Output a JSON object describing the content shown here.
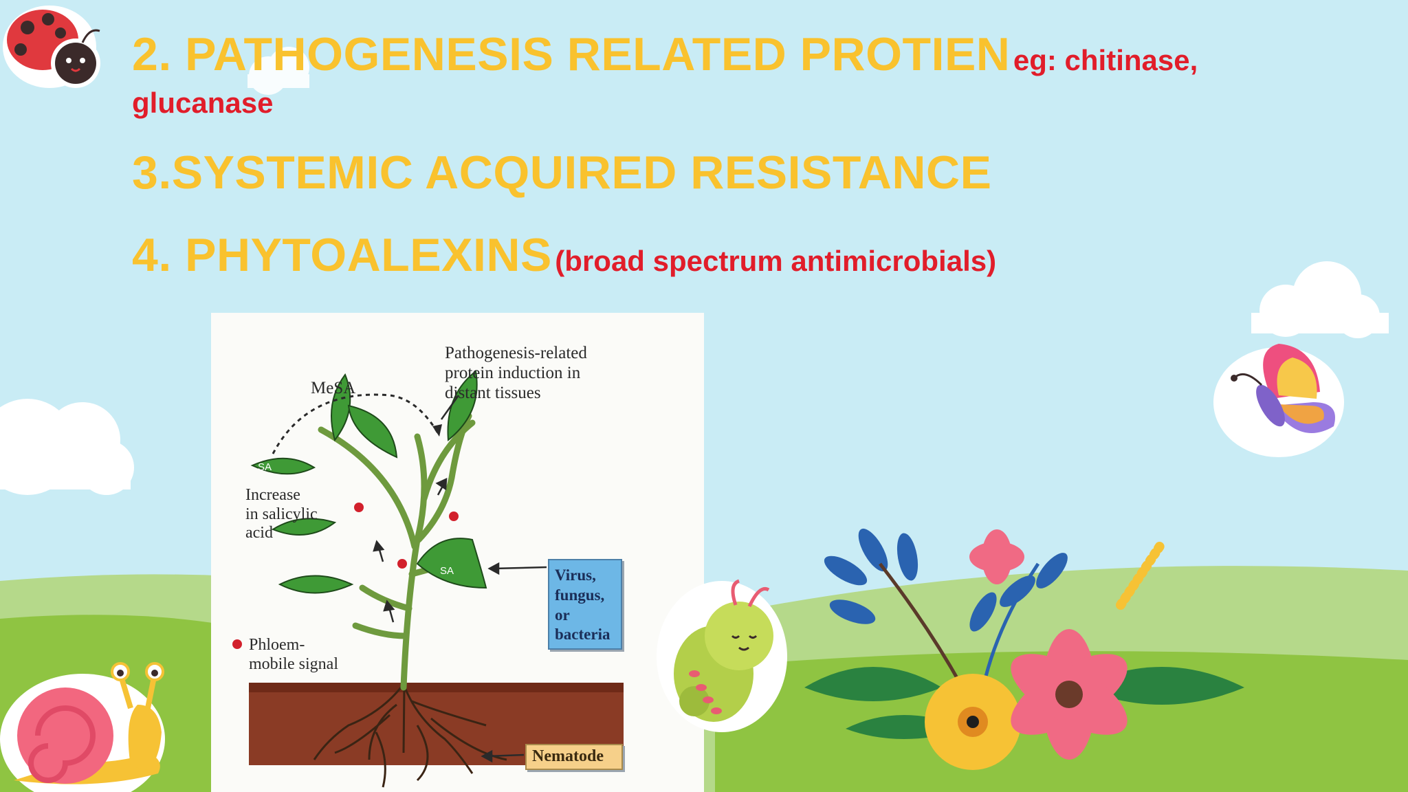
{
  "slide": {
    "item2": {
      "title": "2. PATHOGENESIS RELATED PROTIEN",
      "note": "eg: chitinase,",
      "note_cont": "glucanase"
    },
    "item3": {
      "title": "3.SYSTEMIC ACQUIRED RESISTANCE"
    },
    "item4": {
      "title": "4. PHYTOALEXINS",
      "note": "(broad spectrum antimicrobials)"
    }
  },
  "figure": {
    "pr_caption": [
      "Pathogenesis-related",
      "protein induction in",
      "distant tissues"
    ],
    "mesa_label": "MeSA",
    "sa_label": "SA",
    "increase_caption": [
      "Increase",
      "in salicylic",
      "acid"
    ],
    "phloem_caption": [
      "Phloem-",
      "mobile signal"
    ],
    "pathogen_box": [
      "Virus,",
      "fungus,",
      "or",
      "bacteria"
    ],
    "nematode_box": "Nematode"
  },
  "colors": {
    "heading": "#f9c22e",
    "note": "#e11d2a",
    "sky": "#c9ecf5",
    "grass": "#8fc442"
  }
}
